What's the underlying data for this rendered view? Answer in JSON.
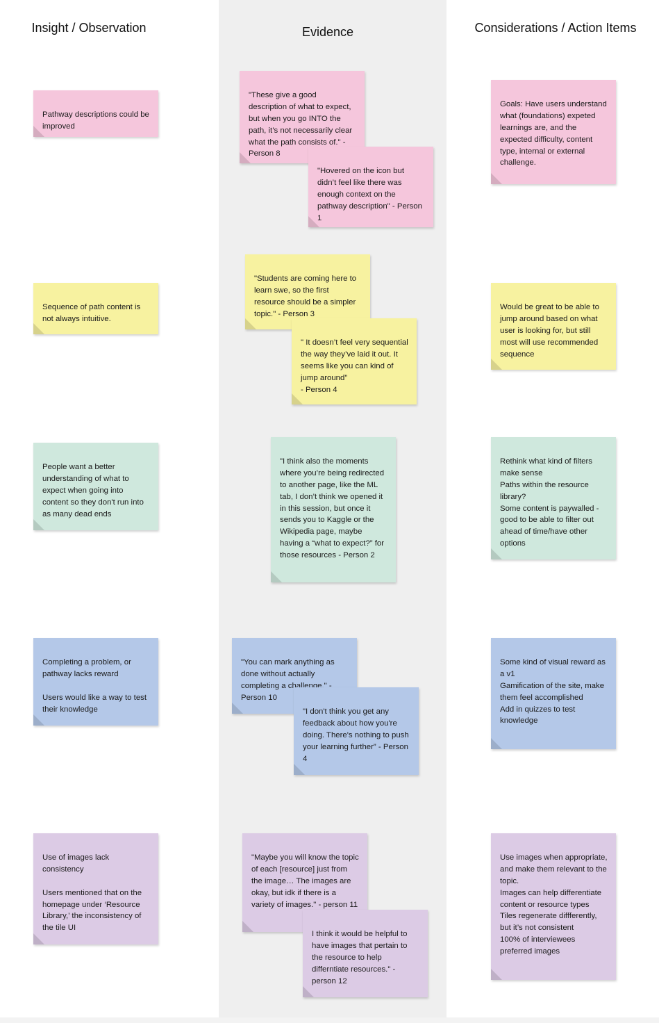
{
  "columns": [
    {
      "title": "Insight / Observation"
    },
    {
      "title": "Evidence"
    },
    {
      "title": "Considerations / Action Items"
    }
  ],
  "colors": {
    "pink": "#f5c6dc",
    "yellow": "#f7f2a0",
    "green": "#cfe8dd",
    "blue": "#b4c8e8",
    "purple": "#dccbe5",
    "evidence_band": "#efefef"
  },
  "rows": [
    {
      "color": "pink",
      "insight": "Pathway descriptions could be improved",
      "evidence": [
        "\"These give a good description of what to expect, but when you go INTO the path, it’s not necessarily clear what the path consists of.\" - Person 8",
        "\"Hovered on the icon but didn’t feel like there was enough context on the pathway description\" - Person 1"
      ],
      "consideration": "Goals: Have users understand what (foundations) expeted learnings are, and the expected difficulty, content type, internal or external challenge."
    },
    {
      "color": "yellow",
      "insight": "Sequence of path content is not always intuitive.",
      "evidence": [
        "\"Students are coming here to learn swe, so the first resource should be a simpler topic.\" - Person 3",
        "\" It doesn’t feel very sequential the way they’ve laid it out. It seems like you can kind of jump around”\n- Person 4"
      ],
      "consideration": "Would be great to be able to jump around based on what user is looking for, but still most will use recommended sequence"
    },
    {
      "color": "green",
      "insight": "People want a better understanding of what to expect when going into content so they don't run into as many dead ends",
      "evidence": [
        "\"I think also the moments where you’re being redirected to another page, like the ML tab, I don’t think we opened it in this session, but once it sends you to Kaggle or the Wikipedia page, maybe having a “what to expect?” for those resources - Person 2"
      ],
      "consideration": "Rethink what kind of filters make sense\nPaths within the resource library?\nSome content is paywalled - good to be able to filter out ahead of time/have other options"
    },
    {
      "color": "blue",
      "insight": "Completing a problem, or pathway lacks reward\n\nUsers would like a way to test their knowledge",
      "evidence": [
        "\"You can mark anything as done without actually completing a challenge.\" - Person 10",
        "\"I don't think you get any feedback about how you're doing. There's nothing to push your learning further” - Person 4"
      ],
      "consideration": "Some kind of visual reward as a v1\nGamification of the site, make them feel accomplished\nAdd in quizzes to test knowledge"
    },
    {
      "color": "purple",
      "insight": "Use of images lack consistency\n\nUsers mentioned that on the homepage under ‘Resource Library,’ the inconsistency of the tile UI",
      "evidence": [
        "\"Maybe you will know the topic of each [resource] just from the image… The images are okay, but idk if there is a variety of images.\" - person 11",
        "I think it would be helpful to have images that pertain to the resource to help differntiate resources.\" - person 12"
      ],
      "consideration": "Use images when appropriate, and make them relevant to the topic.\nImages can help differentiate content or resource types\nTiles regenerate diffferently, but it’s not consistent\n100% of interviewees preferred images"
    }
  ]
}
